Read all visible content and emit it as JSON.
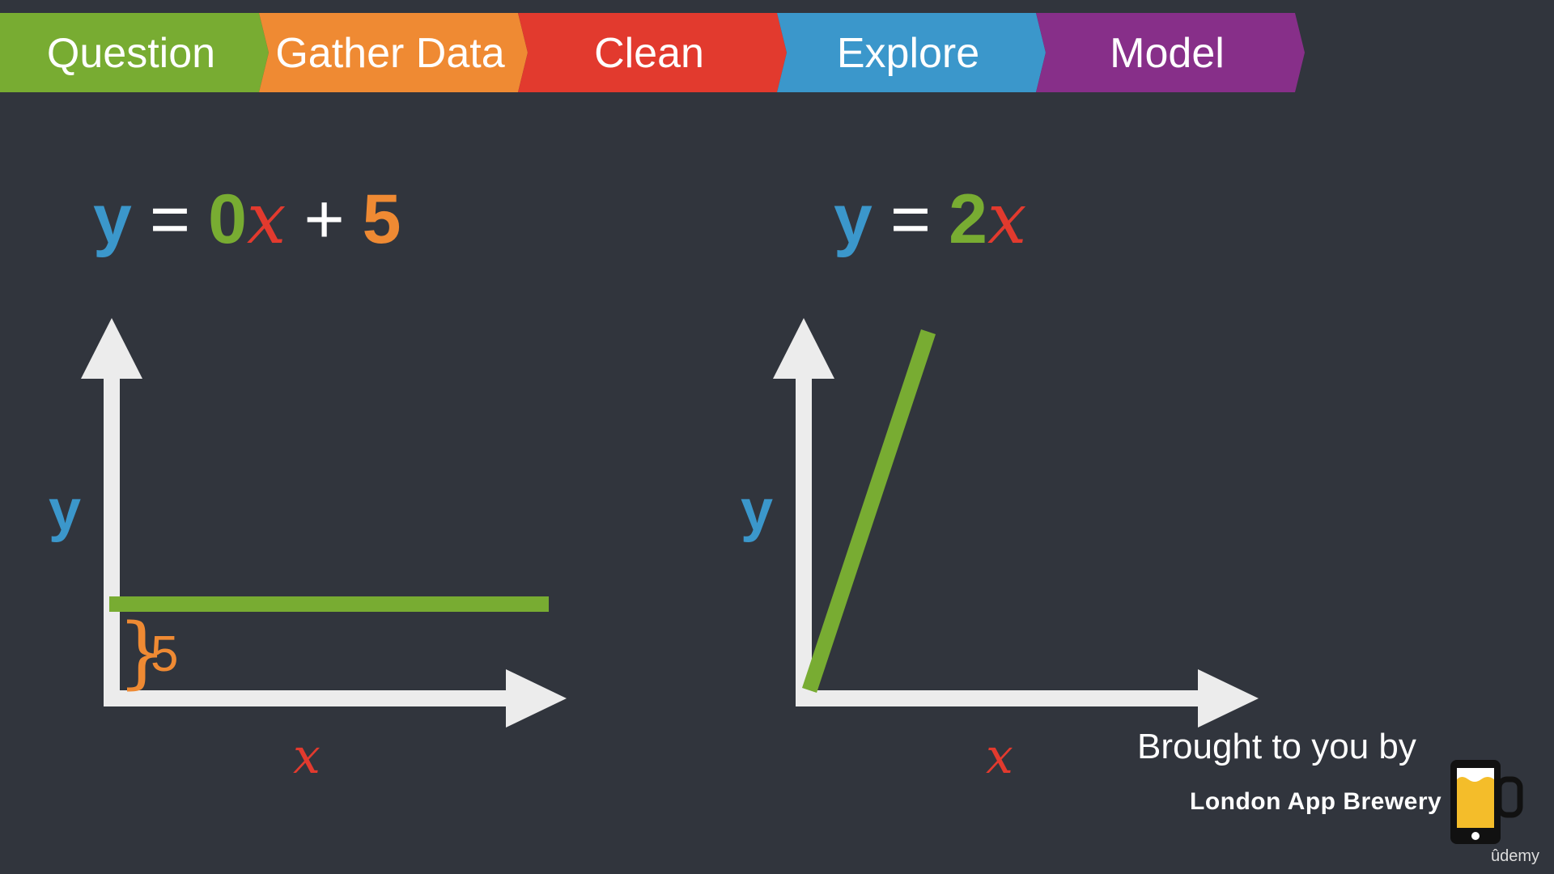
{
  "pipeline": {
    "steps": [
      {
        "label": "Question",
        "color": "#78ac32"
      },
      {
        "label": "Gather Data",
        "color": "#ef8a33"
      },
      {
        "label": "Clean",
        "color": "#e23a2e"
      },
      {
        "label": "Explore",
        "color": "#3b97cb"
      },
      {
        "label": "Model",
        "color": "#872f89"
      }
    ]
  },
  "colors": {
    "background": "#31353d",
    "axis": "#ececec",
    "line": "#78ac32",
    "y": "#3b97cb",
    "coefficient": "#78ac32",
    "x": "#e23a2e",
    "intercept": "#ef8a33",
    "operator": "#ffffff"
  },
  "left_panel": {
    "equation": {
      "y": "y",
      "equals": "=",
      "coef": "0",
      "x": "x",
      "plus": "+",
      "intercept": "5"
    },
    "y_label": "y",
    "x_label": "x",
    "brace": "}",
    "brace_label": "5"
  },
  "right_panel": {
    "equation": {
      "y": "y",
      "equals": "=",
      "coef": "2",
      "x": "x"
    },
    "y_label": "y",
    "x_label": "x"
  },
  "credit": {
    "line1": "Brought to you by",
    "brand": "London App Brewery",
    "icon": "beer-mug-phone-icon",
    "watermark": "ûdemy"
  }
}
